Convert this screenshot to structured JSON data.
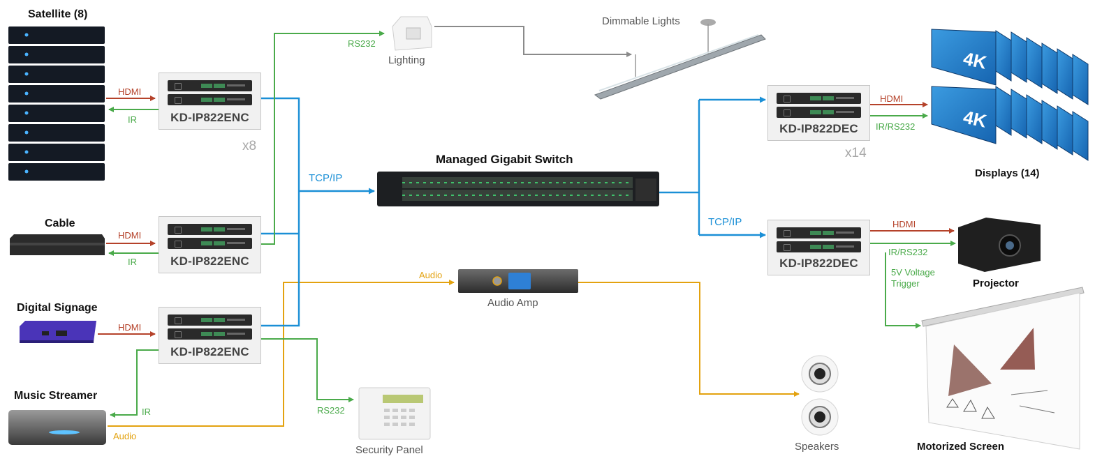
{
  "sources": {
    "satellite": "Satellite (8)",
    "cable": "Cable",
    "signage": "Digital Signage",
    "streamer": "Music Streamer"
  },
  "encoders": {
    "model": "KD-IP822ENC",
    "multiplier": "x8"
  },
  "decoders": {
    "model": "KD-IP822DEC",
    "multiplier": "x14"
  },
  "switch": {
    "title": "Managed Gigabit Switch"
  },
  "devices": {
    "lighting": "Lighting",
    "dimmable": "Dimmable Lights",
    "audio_amp": "Audio Amp",
    "security": "Security Panel",
    "speakers": "Speakers",
    "displays": "Displays (14)",
    "projector": "Projector",
    "screen": "Motorized Screen",
    "display_badge": "4K"
  },
  "signals": {
    "hdmi": "HDMI",
    "ir": "IR",
    "rs232": "RS232",
    "tcpip": "TCP/IP",
    "audio": "Audio",
    "ir_rs232": "IR/RS232",
    "voltage_trigger_1": "5V Voltage",
    "voltage_trigger_2": "Trigger"
  },
  "colors": {
    "hdmi": "#b5422a",
    "control": "#4aaa4a",
    "network": "#1a8fd6",
    "audio": "#e3a20f",
    "lighting_wire": "#8a8a8a"
  }
}
